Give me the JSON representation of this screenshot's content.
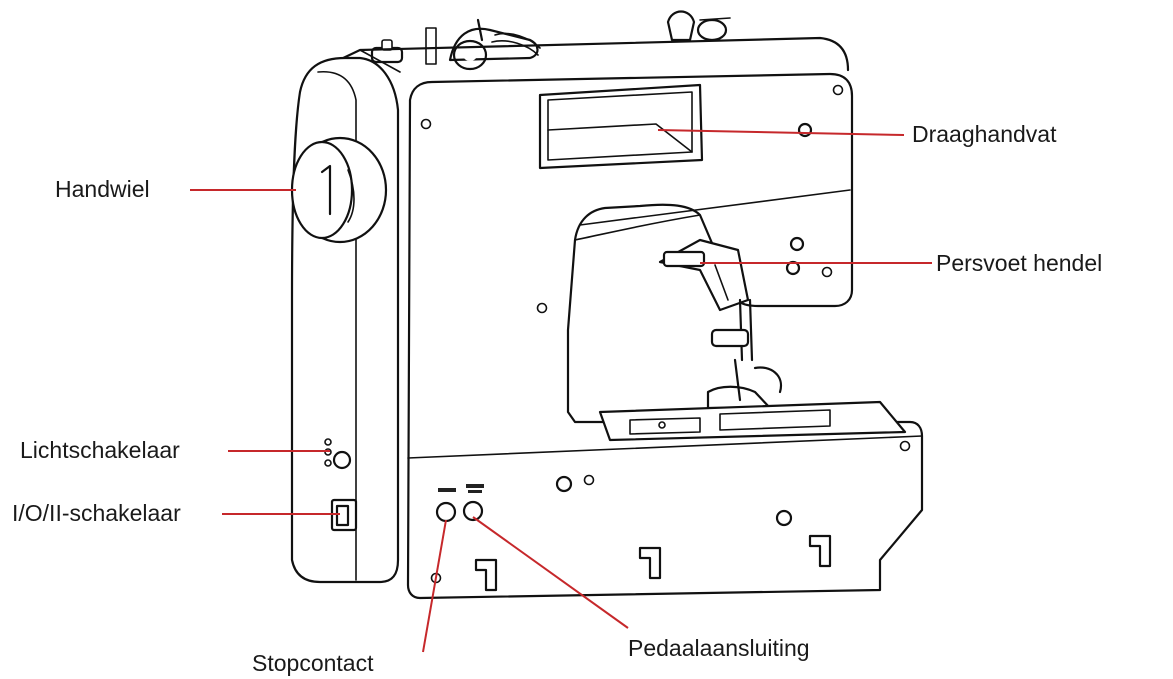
{
  "diagram": {
    "labels": {
      "handwiel": "Handwiel",
      "draaghandvat": "Draaghandvat",
      "persvoet_hendel": "Persvoet hendel",
      "lichtschakelaar": "Lichtschakelaar",
      "io_schakelaar": "I/O/II-schakelaar",
      "stopcontact": "Stopcontact",
      "pedaalaansluiting": "Pedaalaansluiting"
    },
    "colors": {
      "leader_line": "#c6282b",
      "outline": "#111111",
      "background": "#ffffff"
    }
  }
}
